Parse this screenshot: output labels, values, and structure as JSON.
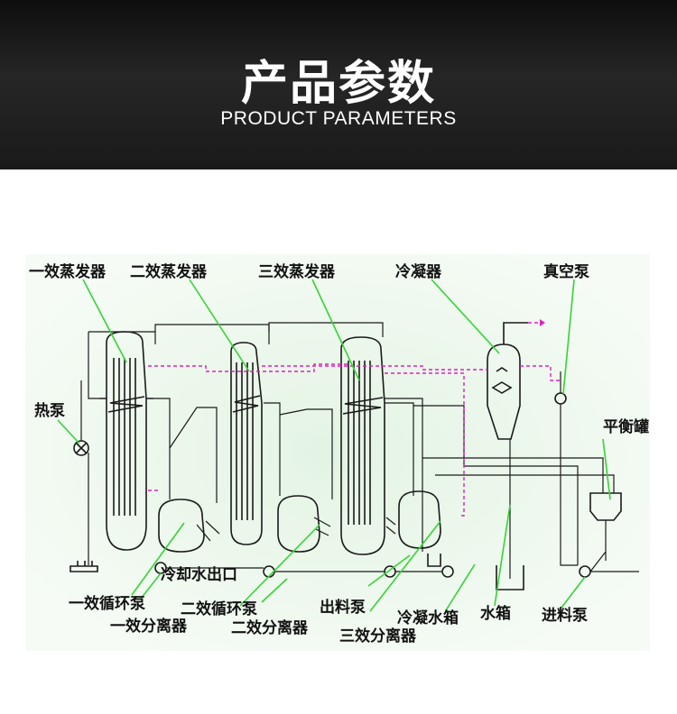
{
  "header": {
    "title": "产品参数",
    "subtitle": "PRODUCT PARAMETERS"
  },
  "diagram": {
    "labels": {
      "evaporator_1": "一效蒸发器",
      "evaporator_2": "二效蒸发器",
      "evaporator_3": "三效蒸发器",
      "condenser": "冷凝器",
      "vacuum_pump": "真空泵",
      "heat_pump": "热泵",
      "balance_tank": "平衡罐",
      "cooling_water_outlet": "冷却水出口",
      "circulation_pump_1": "一效循环泵",
      "separator_1": "一效分离器",
      "circulation_pump_2": "二效循环泵",
      "separator_2": "二效分离器",
      "discharge_pump": "出料泵",
      "separator_3": "三效分离器",
      "condensate_tank": "冷凝水箱",
      "water_tank": "水箱",
      "feed_pump": "进料泵"
    },
    "colors": {
      "pipe": "#1a1a1a",
      "vapor_line": "#e020c0",
      "leader_line": "#35d435",
      "background_tint": "#e8f6e8"
    }
  }
}
